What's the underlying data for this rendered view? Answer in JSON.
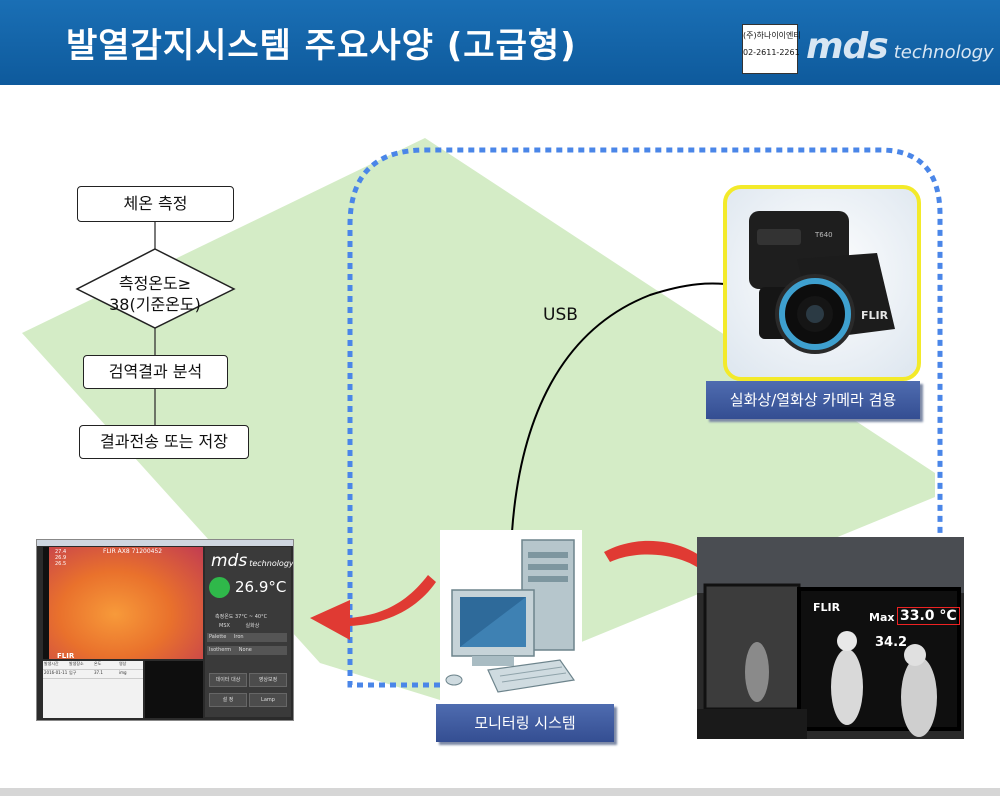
{
  "header": {
    "title": "발열감지시스템 주요사양 (고급형)",
    "company": "(주)하나이이엔티",
    "phone": "02-2611-2261",
    "logo_text": "mds",
    "logo_sub": "technology"
  },
  "flowchart": {
    "step1": "체온 측정",
    "decision_line1": "측정온도≥",
    "decision_line2": "38(기준온도)",
    "step2": "검역결과 분석",
    "step3": "결과전송 또는 저장"
  },
  "connection_label": "USB",
  "camera": {
    "brand": "FLIR",
    "model": "T640",
    "label": "실화상/열화상 카메라 겸용"
  },
  "monitor_label": "모니터링 시스템",
  "app_screenshot": {
    "header": "FLIR AX8 71200452",
    "legend": [
      "27.4",
      "26.9",
      "26.5"
    ],
    "brand": "FLIR",
    "logo_text": "mds",
    "logo_sub": "technology",
    "temperature": "26.9°C",
    "range": "측정온도  37°C ~ 40°C",
    "mode_a": "MSX",
    "mode_b": "실화상",
    "fields": [
      {
        "label": "Palette",
        "value": "Iron"
      },
      {
        "label": "Isotherm",
        "value": "None"
      }
    ],
    "buttons": [
      "데이터 대상",
      "영상보정",
      "설 정",
      "Lamp"
    ],
    "table_header": [
      "발생시간",
      "발생장소",
      "온도",
      "영상"
    ],
    "table_row": [
      "2016-01-11 15:23",
      "입구",
      "37.1",
      "img"
    ]
  },
  "cctv": {
    "brand": "FLIR",
    "max_label": "Max",
    "max_value": "33.0 °C",
    "sub_value": "34.2"
  },
  "colors": {
    "header_blue": "#0e5a9c",
    "green_region": "#d4ecc6",
    "dotted_blue": "#4a86e8",
    "label_blue": "#3c57a0",
    "camera_frame": "#f3ea2a",
    "arrow_red": "#e03a33"
  }
}
